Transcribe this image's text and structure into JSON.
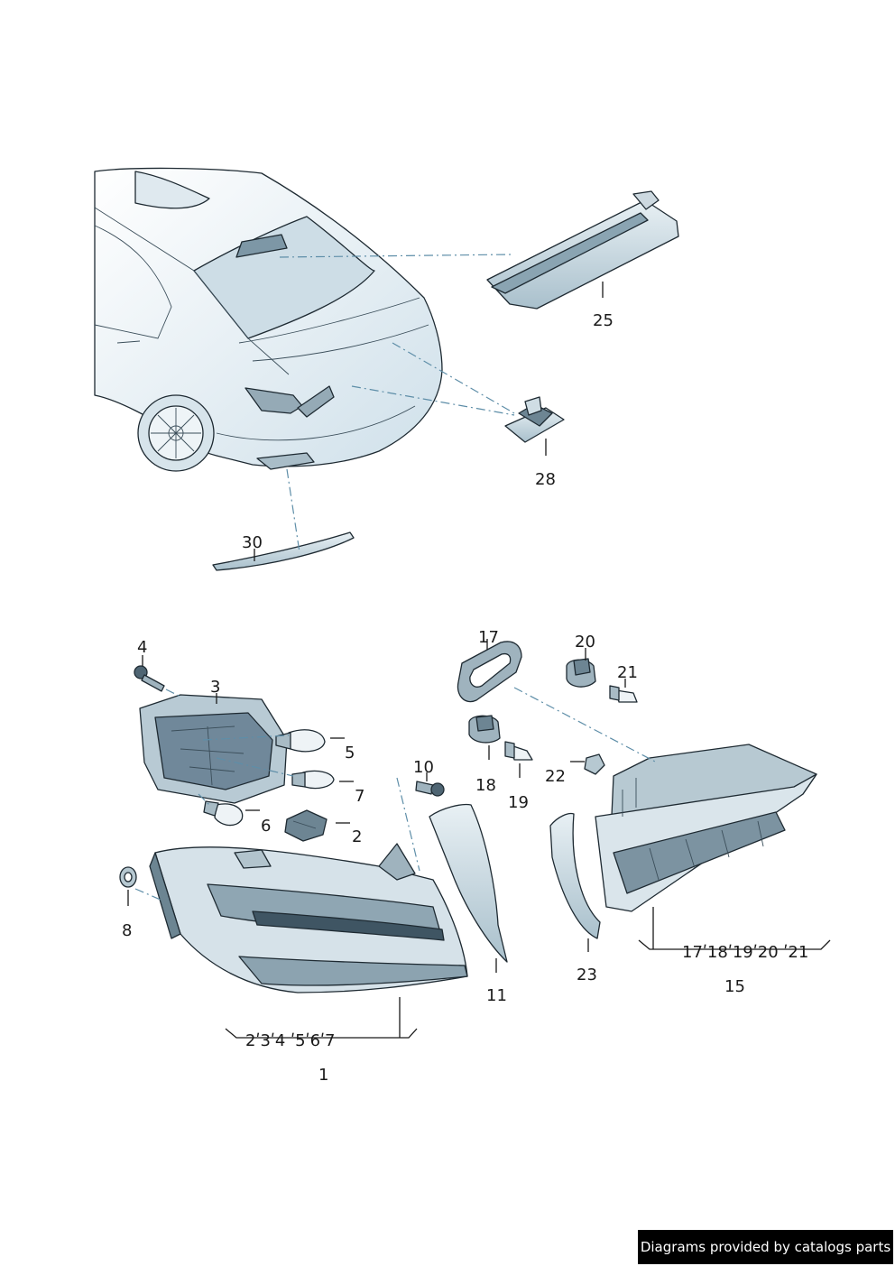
{
  "callouts": {
    "c25": "25",
    "c28": "28",
    "c30": "30",
    "c4": "4",
    "c3": "3",
    "c5": "5",
    "c6": "6",
    "c7": "7",
    "c2": "2",
    "c8": "8",
    "c10": "10",
    "c11": "11",
    "c1": "1",
    "c17": "17",
    "c20": "20",
    "c21": "21",
    "c18": "18",
    "c19": "19",
    "c22": "22",
    "c23": "23",
    "c15": "15"
  },
  "groups": {
    "g1": "2ʹ3ʹ4 ʹ5ʹ6ʹ7",
    "g15": "17ʹ18ʹ19ʹ20 ʹ21"
  },
  "footer": {
    "text": "Diagrams provided by catalogs parts"
  },
  "colors": {
    "part_fill": "#dbe7ee",
    "part_shade": "#9fb6c3",
    "dash_line": "#5e8ea8",
    "footer_bg": "#000000"
  }
}
